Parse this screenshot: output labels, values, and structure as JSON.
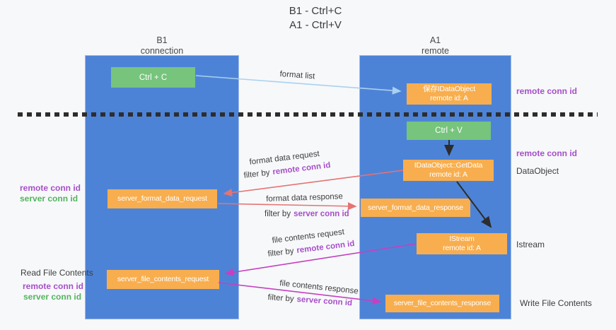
{
  "title": {
    "line1": "B1 - Ctrl+C",
    "line2": "A1 - Ctrl+V"
  },
  "lanes": {
    "left": {
      "name": "B1",
      "subtitle": "connection"
    },
    "right": {
      "name": "A1",
      "subtitle": "remote"
    }
  },
  "nodes": {
    "ctrl_c": "Ctrl + C",
    "ctrl_v": "Ctrl + V",
    "save_idataobject": {
      "line1": "保存IDataObject",
      "line2": "remote id: A"
    },
    "getdata": {
      "line1": "IDataObject::GetData",
      "line2": "remote id: A"
    },
    "istream": {
      "line1": "IStream",
      "line2": "remote id: A"
    },
    "server_format_data_request": "server_format_data_request",
    "server_format_data_response": "server_format_data_response",
    "server_file_contents_request": "server_file_contents_request",
    "server_file_contents_response": "server_file_contents_response"
  },
  "edge_labels": {
    "format_list": "format list",
    "format_data_request": "format data request",
    "format_data_response": "format data response",
    "file_contents_request": "file contents request",
    "file_contents_response": "file contents response",
    "filter_by": "filter by",
    "remote_conn_id": "remote conn id",
    "server_conn_id": "server conn id"
  },
  "side_labels": {
    "remote_conn_id": "remote conn id",
    "server_conn_id": "server conn id",
    "dataobject": "DataObject",
    "istream": "Istream",
    "read_file_contents": "Read File Contents",
    "write_file_contents": "Write File Contents"
  },
  "colors": {
    "lane_blue": "#4d83d7",
    "node_green": "#77c47d",
    "node_orange": "#f8ae4e",
    "arrow_light_blue": "#a9d1f0",
    "arrow_red": "#e57373",
    "arrow_magenta": "#c540c0",
    "arrow_black": "#2d2d2d",
    "text_purple": "#a64fc8",
    "text_green": "#53b45e",
    "text_dark": "#3d3d3d"
  }
}
